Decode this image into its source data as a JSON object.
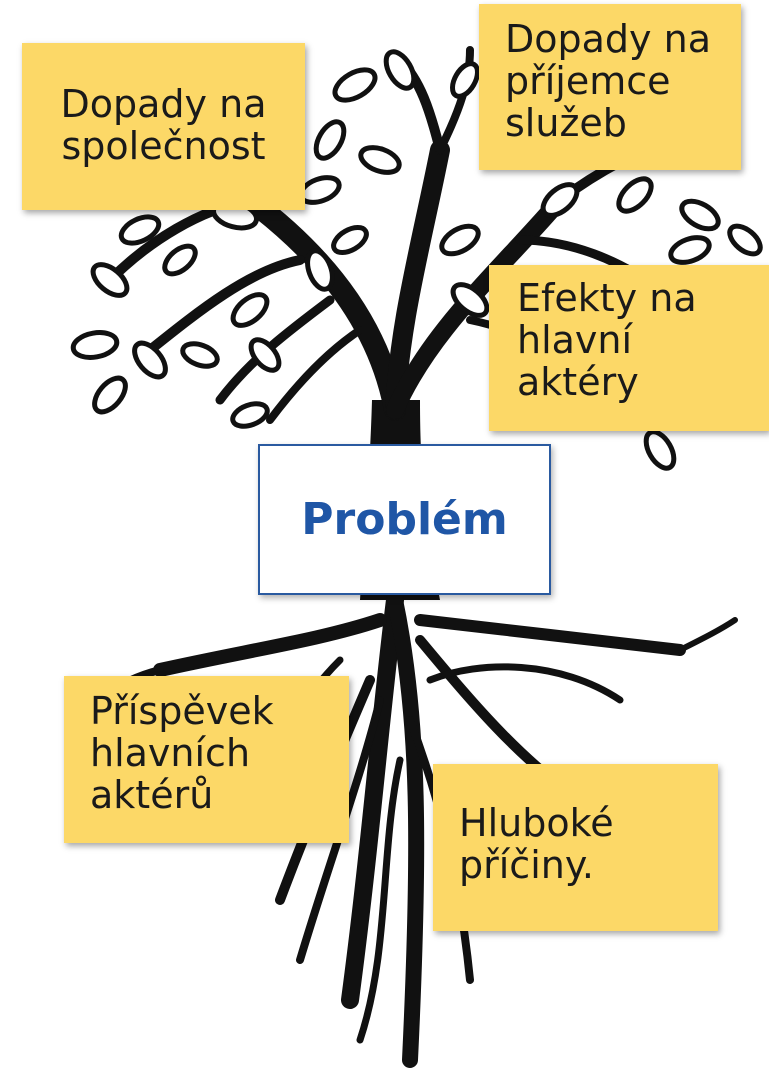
{
  "center": {
    "label": "Problém"
  },
  "notes": {
    "society": "Dopady na\nspolečnost",
    "recipients": "Dopady na\npříjemce\nslužeb",
    "actors_effects": "Efekty na\nhlavní\naktéry",
    "actors_contribution": "Příspěvek\nhlavních\naktérů",
    "root_causes": "Hluboké\npříčiny."
  },
  "colors": {
    "note": "#fcd867",
    "accent": "#1f56a6",
    "tree": "#111111"
  }
}
